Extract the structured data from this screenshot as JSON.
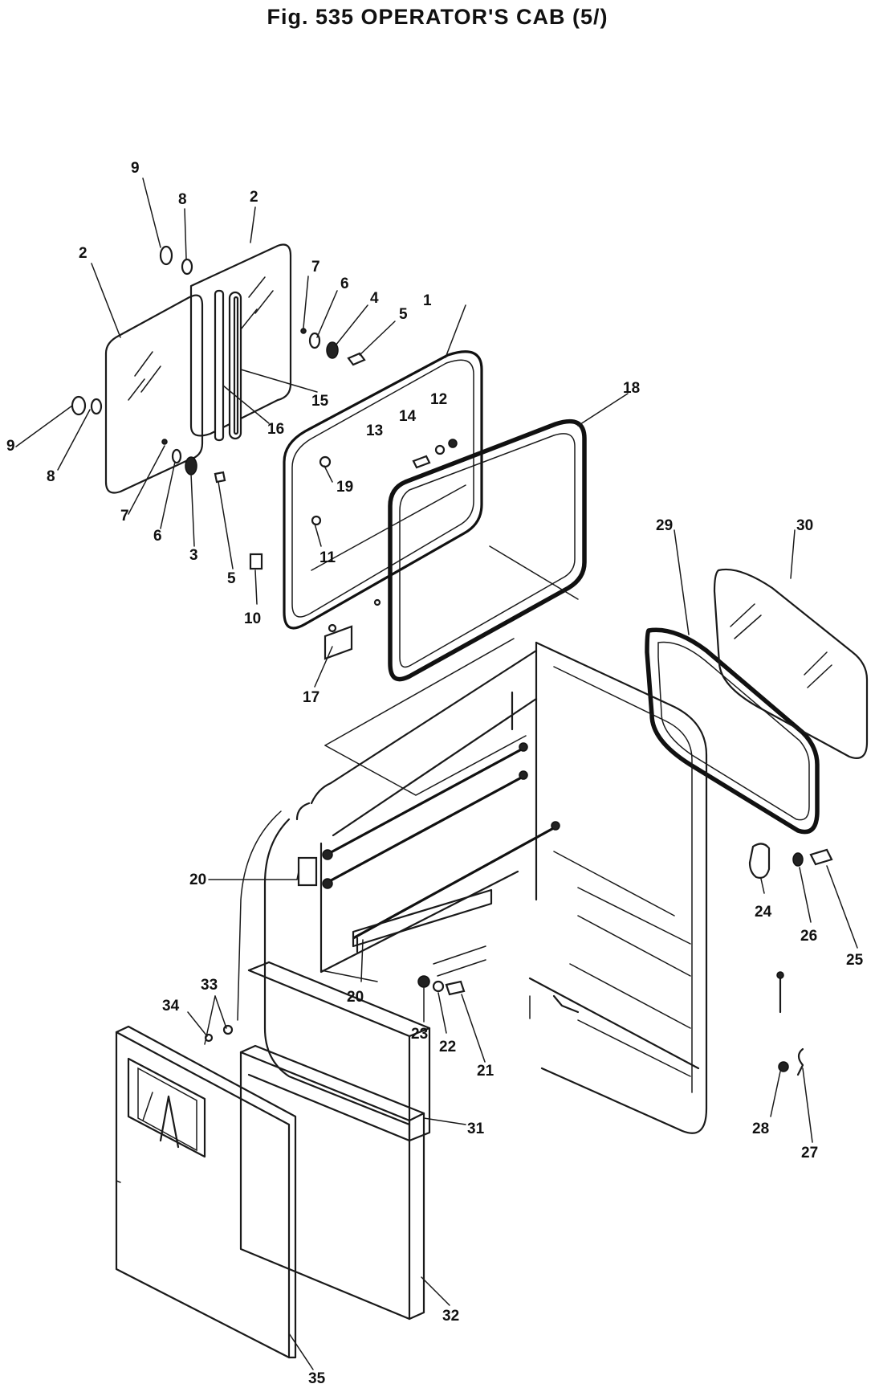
{
  "figure": {
    "title": "Fig. 535   OPERATOR'S CAB (5/)"
  },
  "callouts": [
    "1",
    "2",
    "3",
    "4",
    "5",
    "6",
    "7",
    "8",
    "9",
    "10",
    "11",
    "12",
    "13",
    "14",
    "15",
    "16",
    "17",
    "18",
    "19",
    "20",
    "21",
    "22",
    "23",
    "24",
    "25",
    "26",
    "27",
    "28",
    "29",
    "30",
    "31",
    "32",
    "33",
    "34",
    "35"
  ]
}
